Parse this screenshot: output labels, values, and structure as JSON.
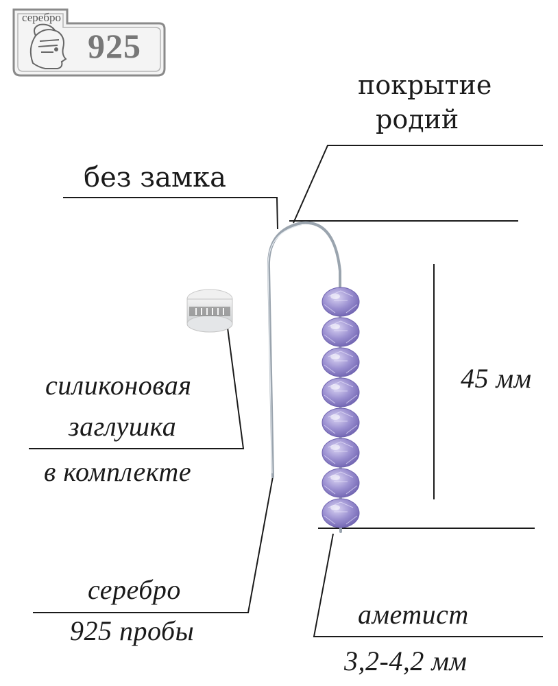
{
  "hallmark": {
    "metal": "серебро",
    "fineness": "925"
  },
  "labels": {
    "coating": [
      "покрытие",
      "родий"
    ],
    "no_lock": "без замка",
    "length": "45 мм",
    "silicone": [
      "силиконовая",
      "заглушка",
      "в комплекте"
    ],
    "silver": [
      "серебро",
      "925 пробы"
    ],
    "stone": [
      "аметист",
      "3,2-4,2 мм"
    ]
  },
  "colors": {
    "line": "#1a1a1a",
    "wire": "#9aa4ae",
    "bead": "#9a8fd0",
    "bead_dark": "#6f63b0",
    "stamp": "#777777"
  },
  "beads": {
    "count": 8
  }
}
